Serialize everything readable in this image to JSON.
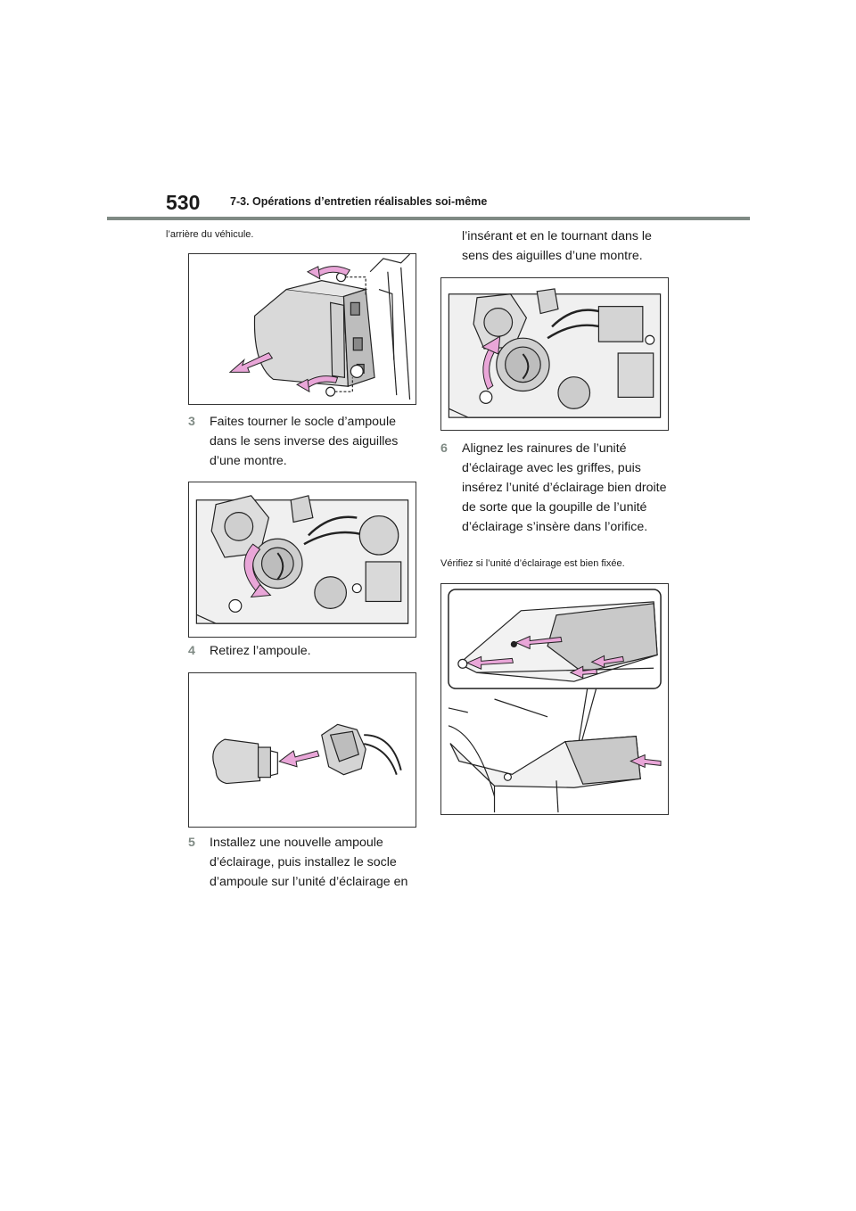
{
  "header": {
    "page_number": "530",
    "section_title": "7-3. Opérations d’entretien réalisables soi-même"
  },
  "left_column": {
    "intro_text": "l’arrière du véhicule.",
    "steps": [
      {
        "number": "3",
        "text": "Faites tourner le socle d’ampoule dans le sens inverse des aiguilles d’une montre."
      },
      {
        "number": "4",
        "text": "Retirez l’ampoule."
      },
      {
        "number": "5",
        "text": "Installez une nouvelle ampoule d’éclairage, puis installez le socle d’ampoule sur l’unité d’éclairage en"
      }
    ]
  },
  "right_column": {
    "continuation_text": "l’insérant et en le tournant dans le sens des aiguilles d’une montre.",
    "steps": [
      {
        "number": "6",
        "text": "Alignez les rainures de l’unité d’éclairage avec les griffes, puis insérez l’unité d’éclairage bien droite de sorte que la goupille de l’unité d’éclairage s’insère dans l’orifice."
      }
    ],
    "note": "Vérifiez si l’unité d’éclairage est bien fixée."
  },
  "colors": {
    "accent_gray": "#7f8a84",
    "arrow_pink": "#e9a6d8",
    "line": "#222222"
  },
  "icons": [
    "rotate-arrow-icon",
    "pull-arrow-icon",
    "push-arrow-icon"
  ]
}
